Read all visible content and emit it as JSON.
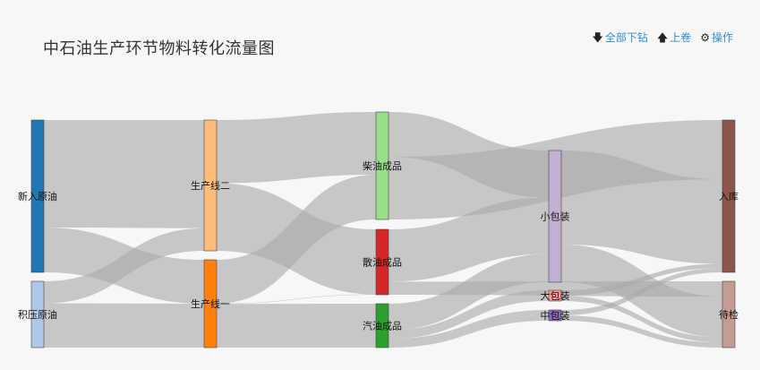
{
  "title": "中石油生产环节物料转化流量图",
  "toolbar": {
    "drill_all_label": "全部下钻",
    "drill_all_icon": "arrow-down-icon",
    "rollup_label": "上卷",
    "rollup_icon": "arrow-up-icon",
    "operate_label": "操作",
    "operate_icon": "gear-icon"
  },
  "colors": {
    "link": "#a9a9a9",
    "xinru": "#1f77b4",
    "jiya": "#aec7e8",
    "line2": "#ffbb78",
    "line1": "#ff7f0e",
    "chaiyou": "#98df8a",
    "sanyou": "#d62728",
    "qiyou": "#2ca02c",
    "xiaobaozhuang": "#c5b0d5",
    "dabaozhuang": "#ff9896",
    "zhongbaozhuang": "#9467bd",
    "ruku": "#8c564b",
    "daijian": "#c49c94",
    "toolbar_accent": "#2f8fd8"
  },
  "chart_data": {
    "type": "sankey",
    "nodes": [
      {
        "id": "xinru",
        "name": "新入原油"
      },
      {
        "id": "jiya",
        "name": "积压原油"
      },
      {
        "id": "line2",
        "name": "生产线二"
      },
      {
        "id": "line1",
        "name": "生产线一"
      },
      {
        "id": "chaiyou",
        "name": "柴油成品"
      },
      {
        "id": "sanyou",
        "name": "散油成品"
      },
      {
        "id": "qiyou",
        "name": "汽油成品"
      },
      {
        "id": "xiaobaozhuang",
        "name": "小包装"
      },
      {
        "id": "dabaozhuang",
        "name": "大包装"
      },
      {
        "id": "zhongbaozhuang",
        "name": "中包装"
      },
      {
        "id": "ruku",
        "name": "入库"
      },
      {
        "id": "daijian",
        "name": "待检"
      }
    ],
    "links": [
      {
        "source": "xinru",
        "target": "line2",
        "value": 120
      },
      {
        "source": "xinru",
        "target": "line1",
        "value": 50
      },
      {
        "source": "jiya",
        "target": "line2",
        "value": 25
      },
      {
        "source": "jiya",
        "target": "line1",
        "value": 50
      },
      {
        "source": "line2",
        "target": "chaiyou",
        "value": 70
      },
      {
        "source": "line2",
        "target": "sanyou",
        "value": 75
      },
      {
        "source": "line1",
        "target": "chaiyou",
        "value": 50
      },
      {
        "source": "line1",
        "target": "sanyou",
        "value": 0.5
      },
      {
        "source": "line1",
        "target": "qiyou",
        "value": 50
      },
      {
        "source": "chaiyou",
        "target": "xiaobaozhuang",
        "value": 50
      },
      {
        "source": "chaiyou",
        "target": "ruku",
        "value": 70
      },
      {
        "source": "sanyou",
        "target": "xiaobaozhuang",
        "value": 60
      },
      {
        "source": "sanyou",
        "target": "daijian",
        "value": 15
      },
      {
        "source": "qiyou",
        "target": "xiaobaozhuang",
        "value": 30
      },
      {
        "source": "qiyou",
        "target": "dabaozhuang",
        "value": 10
      },
      {
        "source": "qiyou",
        "target": "zhongbaozhuang",
        "value": 10
      },
      {
        "source": "xiaobaozhuang",
        "target": "ruku",
        "value": 100
      },
      {
        "source": "xiaobaozhuang",
        "target": "daijian",
        "value": 40
      },
      {
        "source": "dabaozhuang",
        "target": "ruku",
        "value": 5
      },
      {
        "source": "dabaozhuang",
        "target": "daijian",
        "value": 5
      },
      {
        "source": "zhongbaozhuang",
        "target": "ruku",
        "value": 5
      },
      {
        "source": "zhongbaozhuang",
        "target": "daijian",
        "value": 5
      }
    ]
  }
}
